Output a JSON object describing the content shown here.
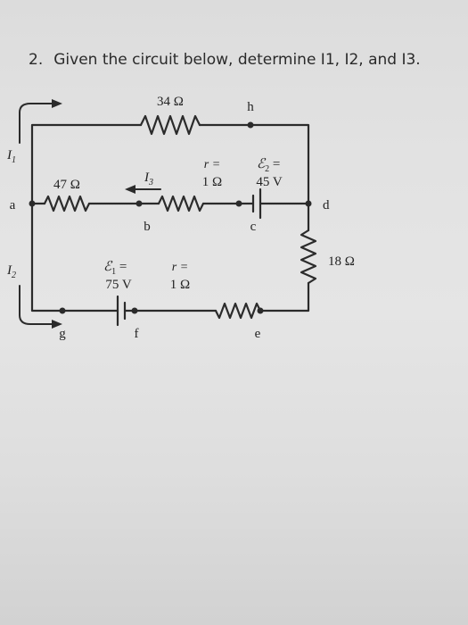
{
  "problem": {
    "number": "2.",
    "text": "Given the circuit below, determine I1, I2, and I3."
  },
  "circuit": {
    "r_top": "34 Ω",
    "node_h": "h",
    "current_i1": "I",
    "current_i1_sub": "1",
    "r_left": "47 Ω",
    "current_i3": "I",
    "current_i3_sub": "3",
    "r2_label": "r =",
    "r2_value": "1 Ω",
    "emf2_label": "ℰ",
    "emf2_sub": "2",
    "emf2_eq": " =",
    "emf2_value": "45 V",
    "node_a": "a",
    "node_b": "b",
    "node_c": "c",
    "node_d": "d",
    "r_right": "18 Ω",
    "current_i2": "I",
    "current_i2_sub": "2",
    "emf1_label": "ℰ",
    "emf1_sub": "1",
    "emf1_eq": " =",
    "emf1_value": "75 V",
    "r1_label": "r =",
    "r1_value": "1 Ω",
    "node_g": "g",
    "node_f": "f",
    "node_e": "e"
  }
}
